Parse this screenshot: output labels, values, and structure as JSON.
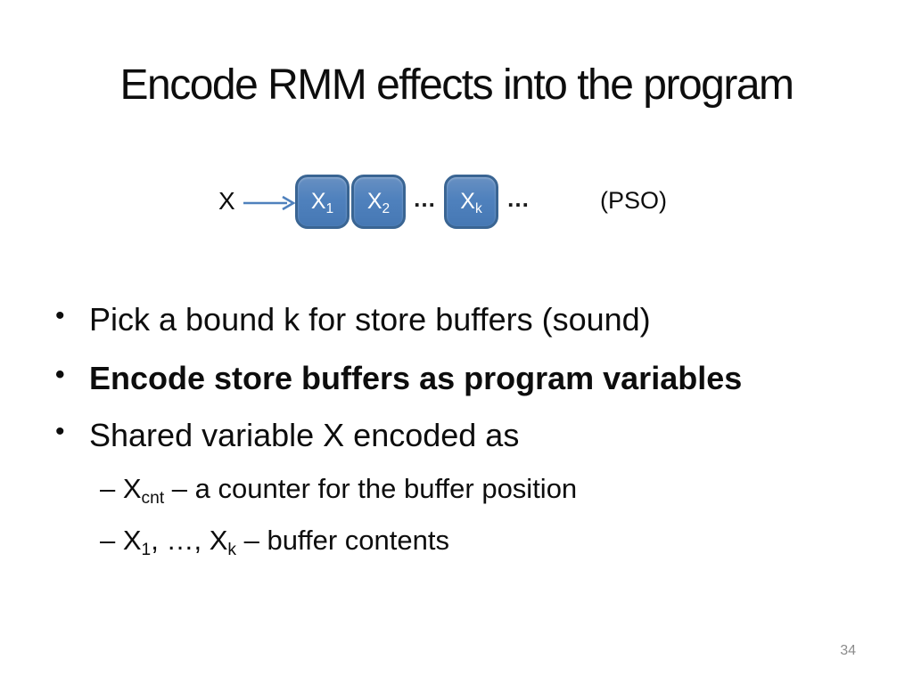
{
  "slide": {
    "title": "Encode RMM effects into the program",
    "page_number": "34",
    "background_color": "#ffffff",
    "title_color": "#0d0d0d",
    "page_number_color": "#8c8c8c"
  },
  "diagram": {
    "input_label": "X",
    "arrow_icon": "right-arrow",
    "arrow_color": "#4f81bd",
    "box_fill": "#4f81bd",
    "box_border": "#3a6593",
    "box_text_color": "#ffffff",
    "boxes": [
      {
        "base": "X",
        "sub": "1"
      },
      {
        "base": "X",
        "sub": "2"
      },
      {
        "base": "X",
        "sub": "k"
      }
    ],
    "ellipsis_1": "…",
    "ellipsis_2": "…",
    "annotation": "(PSO)"
  },
  "bullets": {
    "marker_l1": "•",
    "marker_l2": "–",
    "b1": {
      "text": "Pick a bound k for store buffers (sound)"
    },
    "b2": {
      "text": "Encode store buffers as program variables"
    },
    "b3": {
      "text": "Shared variable X encoded as"
    },
    "s1": {
      "dash": "– ",
      "base": "X",
      "sub": "cnt",
      "rest": " – a counter for the buffer position"
    },
    "s2": {
      "dash": "– ",
      "base1": "X",
      "sub1": "1",
      "mid": ", …, ",
      "base2": "X",
      "sub2": "k",
      "rest": " – buffer contents"
    }
  }
}
